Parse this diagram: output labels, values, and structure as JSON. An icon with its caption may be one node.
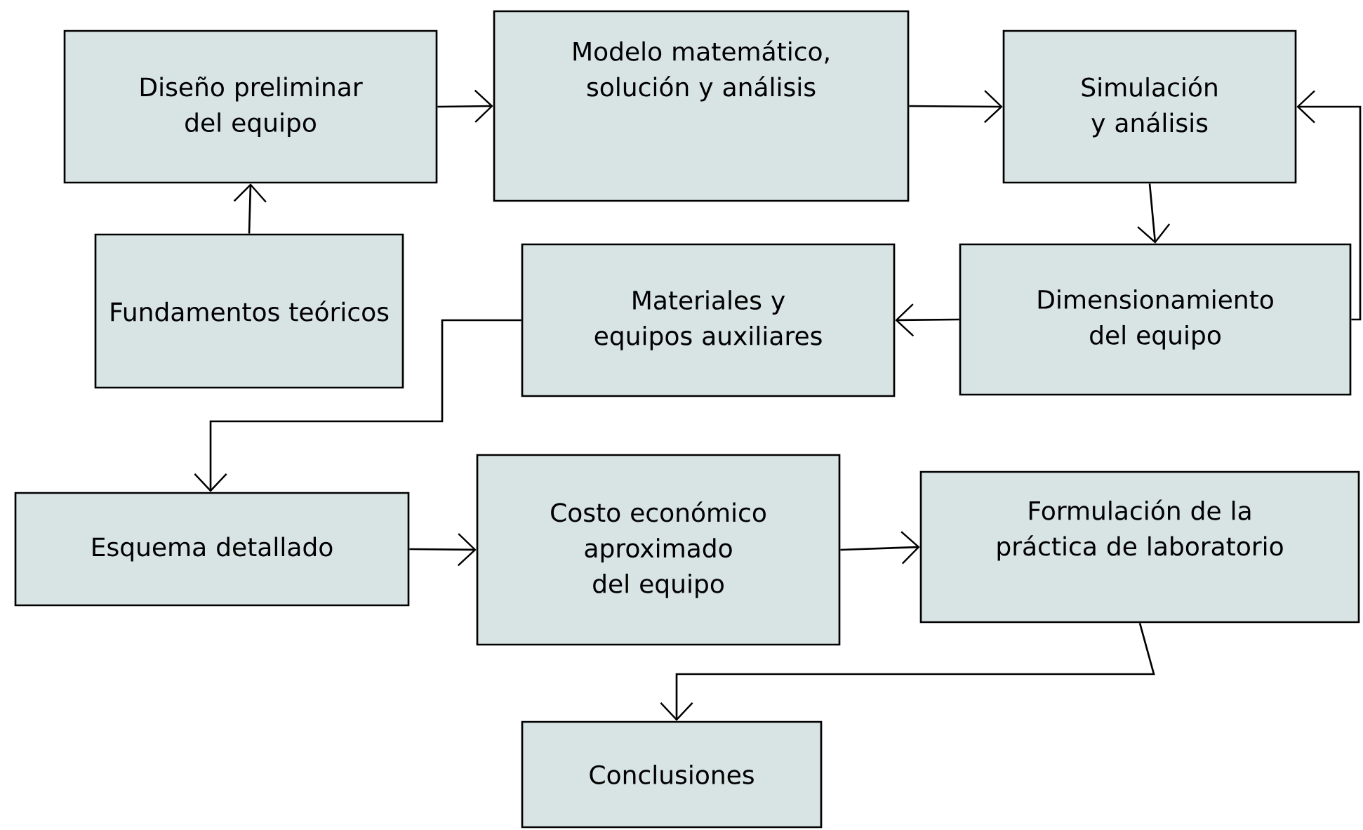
{
  "diagram": {
    "nodes": [
      {
        "text": [
          "Diseño preliminar del equipo"
        ]
      },
      {
        "text": [
          "Modelo matemático, solución y análisis"
        ]
      },
      {
        "text": [
          "Simulación y análisis"
        ]
      },
      {
        "text": [
          "Fundamentos teóricos"
        ]
      },
      {
        "text": [
          "Materiales y equipos auxiliares"
        ]
      },
      {
        "text": [
          "Dimensionamiento del equipo"
        ]
      },
      {
        "text": [
          "Esquema detallado"
        ]
      },
      {
        "text": [
          "Costo económico aproximado del equipo"
        ]
      },
      {
        "text": [
          "Formulación de la práctica de laboratorio"
        ]
      },
      {
        "text": [
          "Conclusiones"
        ]
      }
    ],
    "edges": [
      {
        "from": 0,
        "to": 1,
        "arrow": "to"
      },
      {
        "from": 1,
        "to": 2,
        "arrow": "to"
      },
      {
        "from": 3,
        "to": 0,
        "arrow": "to"
      },
      {
        "from": 2,
        "to": 5,
        "arrow": "to"
      },
      {
        "from": 5,
        "to": 2,
        "arrow": "to"
      },
      {
        "from": 5,
        "to": 4,
        "arrow": "to"
      },
      {
        "from": 4,
        "to": 6,
        "arrow": "to"
      },
      {
        "from": 6,
        "to": 7,
        "arrow": "to"
      },
      {
        "from": 7,
        "to": 8,
        "arrow": "to"
      },
      {
        "from": 8,
        "to": 9,
        "arrow": "to"
      }
    ]
  }
}
